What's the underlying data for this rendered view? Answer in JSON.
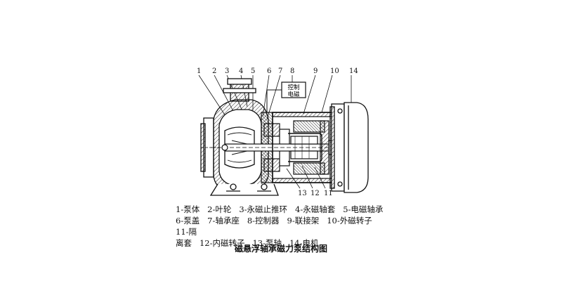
{
  "callouts": [
    "1",
    "2",
    "3",
    "4",
    "5",
    "6",
    "7",
    "8",
    "9",
    "10",
    "14",
    "13",
    "12",
    "11"
  ],
  "controller_label_line1": "控制",
  "controller_label_line2": "电磁",
  "legend": [
    "1-泵体",
    "2-叶轮",
    "3-永磁止推环",
    "4-永磁轴套",
    "5-电磁轴承",
    "6-泵盖",
    "7-轴承座",
    "8-控制器",
    "9-联接架",
    "10-外磁转子",
    "11-隔",
    "离套",
    "12-内磁转子",
    "13-泵轴",
    "14-电机"
  ],
  "caption": "磁悬浮轴承磁力泵结构图"
}
